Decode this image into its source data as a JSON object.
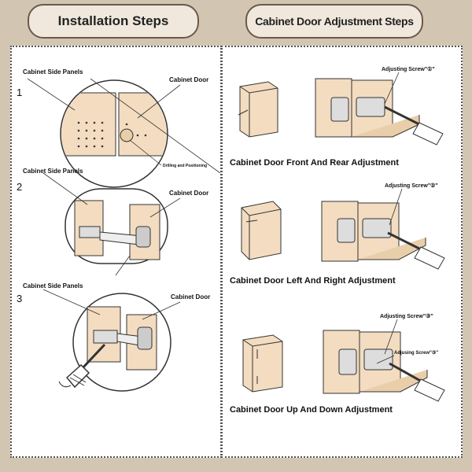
{
  "headers": {
    "left": "Installation Steps",
    "right": "Cabinet Door Adjustment Steps"
  },
  "installation": {
    "steps": [
      {
        "number": "1",
        "side_label": "Cabinet Side Panels",
        "door_label": "Cabinet Door",
        "note": "Drilling and Positioning"
      },
      {
        "number": "2",
        "side_label": "Cabinet Side Panels",
        "door_label": "Cabinet Door"
      },
      {
        "number": "3",
        "side_label": "Cabinet Side Panels",
        "door_label": "Cabinet Door"
      }
    ]
  },
  "adjustment": {
    "rows": [
      {
        "screw_label": "Adjusting Screw\"①\"",
        "caption": "Cabinet Door Front And Rear Adjustment"
      },
      {
        "screw_label": "Adjusting Screw\"②\"",
        "caption": "Cabinet Door Left And Right Adjustment"
      },
      {
        "screw_label": "Adjusting Screw\"③\"",
        "screw_label_2": "Adjusing Screw\"③\"",
        "caption": "Cabinet Door Up And Down Adjustment"
      }
    ]
  },
  "colors": {
    "background": "#d2c6b3",
    "panel": "#ffffff",
    "wood": "#f3dcc0",
    "outline": "#333333"
  }
}
